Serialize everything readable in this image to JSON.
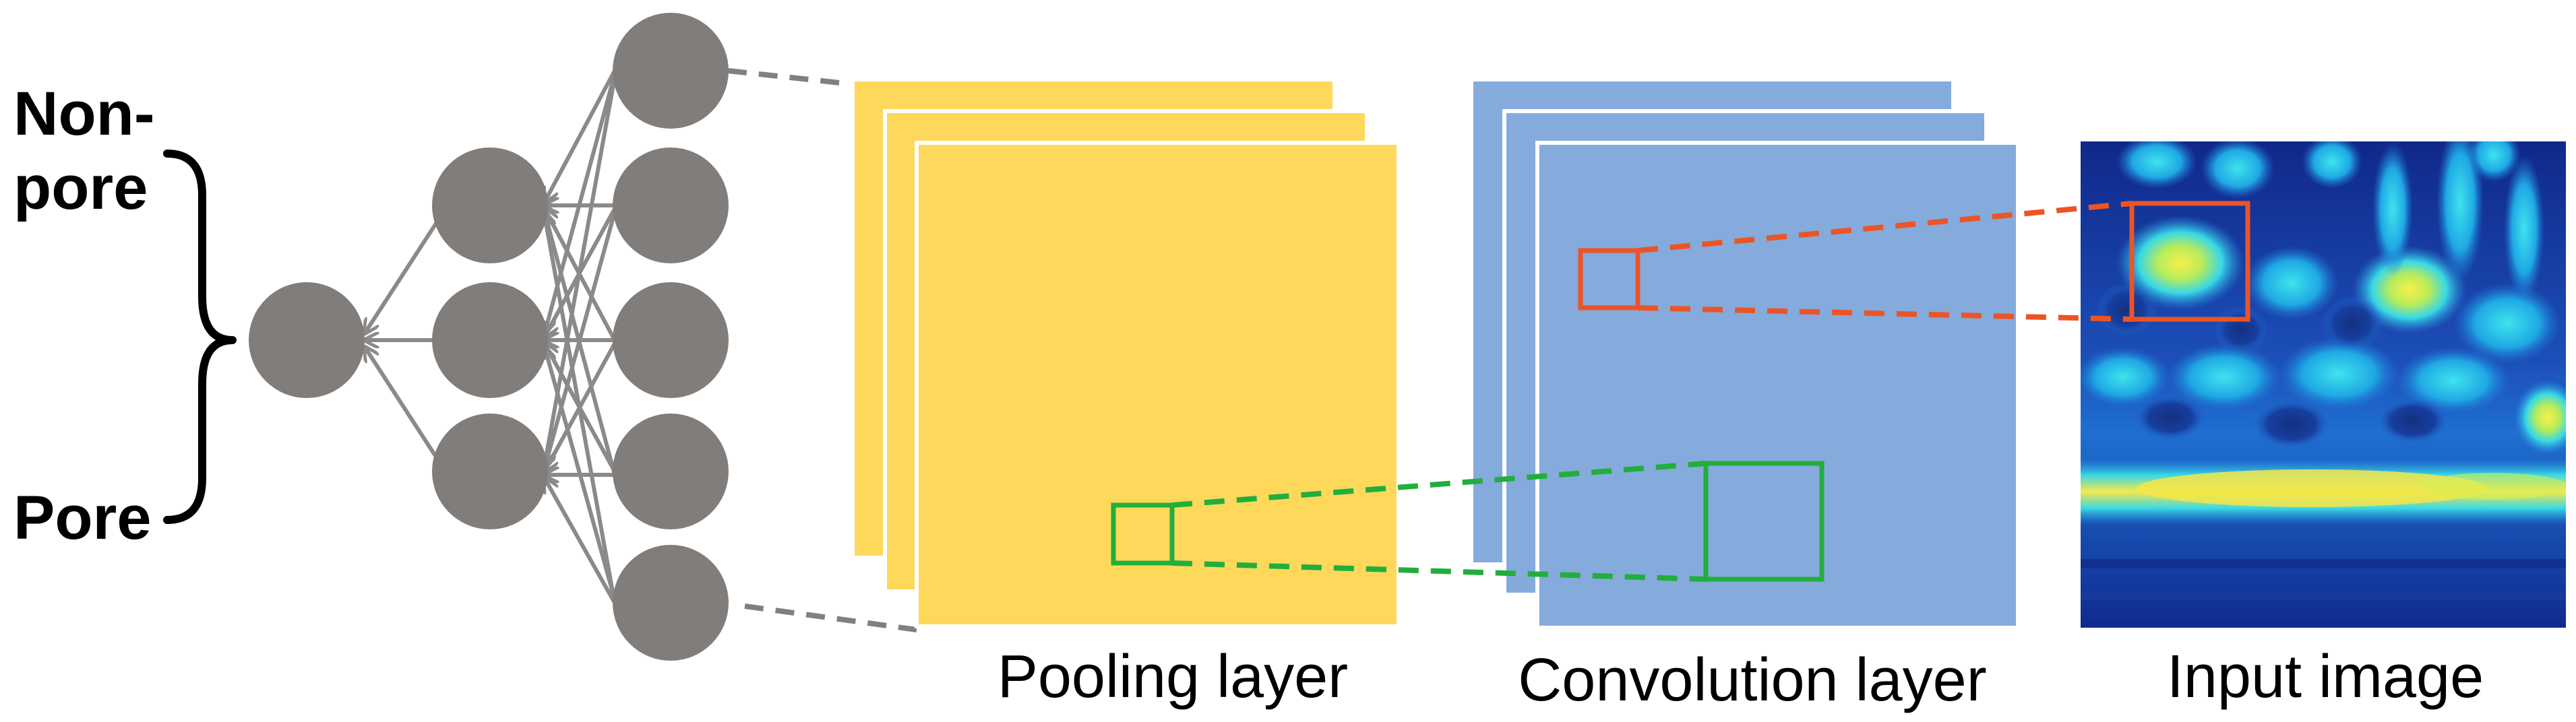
{
  "output_labels": {
    "top_line1": "Non-",
    "top_line2": "pore",
    "bottom": "Pore"
  },
  "captions": {
    "pooling": "Pooling layer",
    "convolution": "Convolution layer",
    "input": "Input image"
  },
  "colors": {
    "node": "#807d7b",
    "edge": "#8a8a8a",
    "pooling": "#fdd85a",
    "convolution": "#84abdb",
    "orange_box": "#ec5426",
    "green_box": "#22ae3c",
    "brace": "#000000"
  }
}
